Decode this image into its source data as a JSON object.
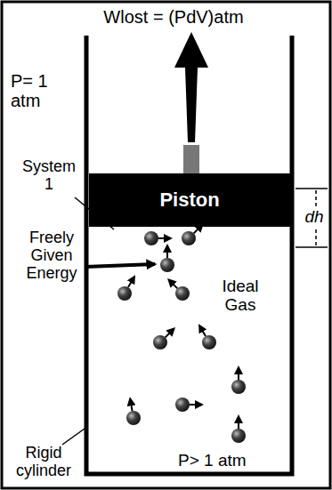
{
  "diagram": {
    "nodes": [
      {
        "text": [
          "Ideal Gas",
          "P> 1 atm"
        ]
      },
      {
        "text": [
          "Piston"
        ],
        "in": 0
      }
    ],
    "labels": [
      "Wlost = (PdV)atm",
      "P= 1 atm",
      "System 1",
      "Freely Given Energy",
      "dh",
      "Rigid cylinder"
    ]
  }
}
